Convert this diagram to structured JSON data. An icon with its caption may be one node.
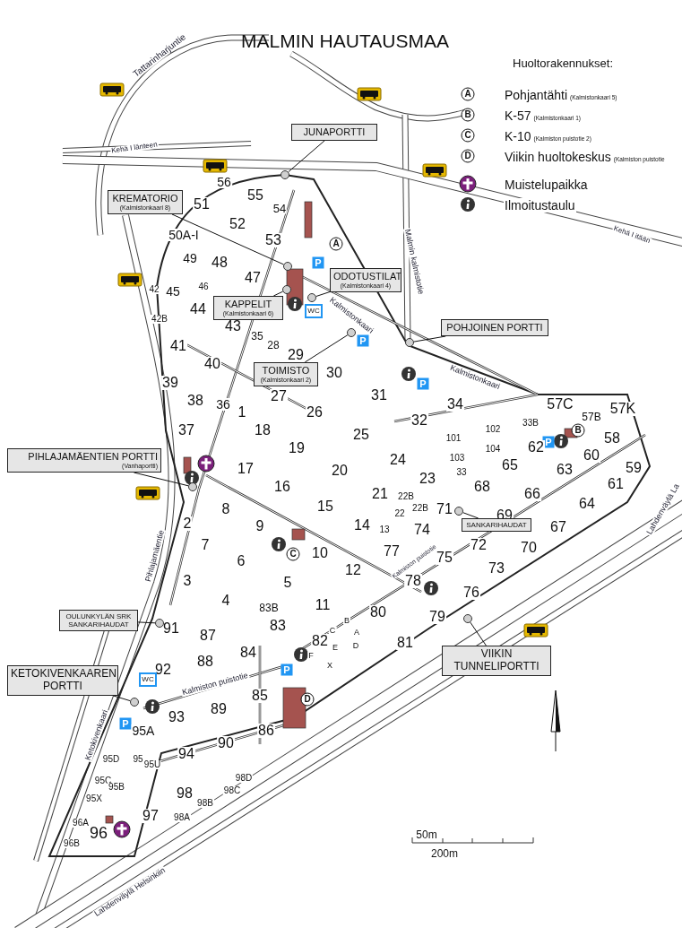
{
  "diagram": {
    "title": "MALMIN HAUTAUSMAA",
    "nodes": [
      {
        "text": [
          "JUNAPORTTI"
        ]
      },
      {
        "text": [],
        "shape": "circle"
      },
      {
        "text": [
          "KREMATORIO",
          "(Kalmistonkaari 8)"
        ]
      },
      {
        "text": [],
        "shape": "circle"
      },
      {
        "text": [
          "ODOTUSTILAT",
          "(Kalmistonkaari 4)"
        ]
      },
      {
        "text": [],
        "shape": "circle"
      },
      {
        "text": [
          "KAPPELIT",
          "(Kalmistonkaari 6)"
        ]
      },
      {
        "text": [],
        "shape": "circle"
      },
      {
        "text": [
          "POHJOINEN PORTTI"
        ]
      },
      {
        "text": [],
        "shape": "circle"
      },
      {
        "text": [
          "TOIMISTO",
          "(Kalmistonkaari 2)"
        ]
      },
      {
        "text": [],
        "shape": "circle"
      },
      {
        "text": [
          "PIHLAJAMÄENTIEN PORTTI",
          "(Vanhaportti)"
        ]
      },
      {
        "text": [],
        "shape": "circle"
      },
      {
        "text": [
          "SANKARIHAUDAT"
        ]
      },
      {
        "text": [],
        "shape": "circle"
      },
      {
        "text": [
          "OULUNKYLÄN SRK SANKARIHAUDAT"
        ]
      },
      {
        "text": [],
        "shape": "circle"
      },
      {
        "text": [
          "VIIKIN TUNNELIPORTTI"
        ]
      },
      {
        "text": [],
        "shape": "circle"
      },
      {
        "text": [
          "KETOKIVENKAAREN PORTTI"
        ]
      },
      {
        "text": [],
        "shape": "circle"
      }
    ],
    "edges": [
      {
        "from": 0,
        "to": 1,
        "arrow": "none"
      },
      {
        "from": 2,
        "to": 3,
        "arrow": "none"
      },
      {
        "from": 4,
        "to": 5,
        "arrow": "none"
      },
      {
        "from": 6,
        "to": 7,
        "arrow": "none"
      },
      {
        "from": 8,
        "to": 9,
        "arrow": "none"
      },
      {
        "from": 10,
        "to": 11,
        "arrow": "none"
      },
      {
        "from": 12,
        "to": 13,
        "arrow": "none"
      },
      {
        "from": 14,
        "to": 15,
        "arrow": "none"
      },
      {
        "from": 16,
        "to": 17,
        "arrow": "none"
      },
      {
        "from": 18,
        "to": 19,
        "arrow": "none"
      },
      {
        "from": 20,
        "to": 21,
        "arrow": "none"
      }
    ],
    "labels": [
      "Huoltorakennukset:",
      "A",
      "B",
      "C",
      "D",
      "Tattarinharjuntie",
      "Kehä I länteen",
      "P",
      "Kehä I itään",
      "56",
      "55",
      "54",
      "51",
      "52",
      "50A-I",
      "53",
      "A",
      "Malmin kalmistotie",
      "49",
      "48",
      "47",
      "42",
      "45",
      "46",
      "44",
      "WC",
      "Kalmistonkaari",
      "42B",
      "43",
      "35",
      "28",
      "P",
      "41",
      "29",
      "40",
      "30",
      "Kalmistonkaari",
      "P",
      "39",
      "31",
      "27",
      "38",
      "36",
      "34",
      "57C",
      "57K",
      "1",
      "26",
      "57B",
      "32",
      "33B",
      "B",
      "18",
      "37",
      "102",
      "25",
      "58",
      "101",
      "P",
      "62",
      "19",
      "104",
      "60",
      "103",
      "24",
      "65",
      "59",
      "17",
      "63",
      "20",
      "33",
      "23",
      "61",
      "16",
      "68",
      "Lahdenväylä La",
      "21",
      "66",
      "22B",
      "64",
      "15",
      "8",
      "22",
      "22B",
      "71",
      "69",
      "2",
      "14",
      "9",
      "13",
      "74",
      "67",
      "72",
      "7",
      "70",
      "77",
      "Kalmiston puistotie",
      "Pihlajamäentie",
      "C",
      "10",
      "75",
      "6",
      "73",
      "12",
      "3",
      "78",
      "5",
      "76",
      "4",
      "83B",
      "11",
      "80",
      "79",
      "B",
      "83",
      "91",
      "C",
      "A",
      "87",
      "82",
      "81",
      "D",
      "E",
      "84",
      "F",
      "88",
      "X",
      "92",
      "P",
      "WC",
      "Kalmiston puistotie",
      "85",
      "D",
      "89",
      "93",
      "P",
      "Ketokivenkaari",
      "95A",
      "86",
      "90",
      "94",
      "95D",
      "95",
      "95U",
      "98D",
      "95C",
      "95B",
      "98C",
      "98",
      "95X",
      "98B",
      "97",
      "98A",
      "96A",
      "96",
      "50m",
      "96B",
      "200m",
      "Lahdenväylä Helsinkiin"
    ],
    "legend": [
      {
        "text": "Pohjantähti (Kalmistonkaari 5)"
      },
      {
        "text": "K-57 (Kalmistonkaari 1)"
      },
      {
        "text": "K-10 (Kalmiston puistotie 2)"
      },
      {
        "text": "Viikin huoltokeskus (Kalmiston puistotie"
      },
      {
        "text": "Muistelupaikka"
      },
      {
        "text": "Ilmoitustaulu"
      }
    ]
  }
}
